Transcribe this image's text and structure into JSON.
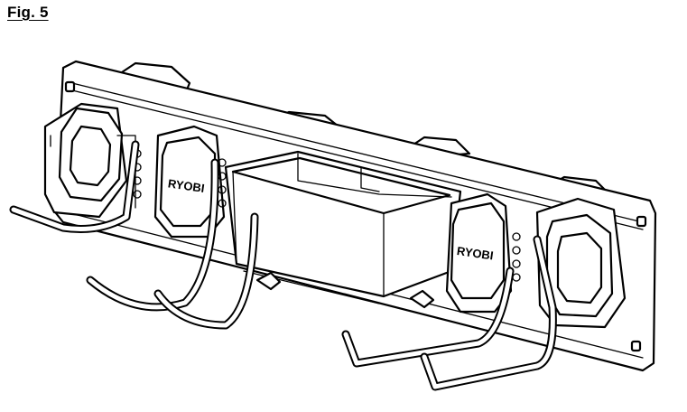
{
  "figure": {
    "label": "Fig. 5"
  },
  "illustration": {
    "brand_logos": [
      "RYOBI",
      "RYOBI"
    ]
  }
}
